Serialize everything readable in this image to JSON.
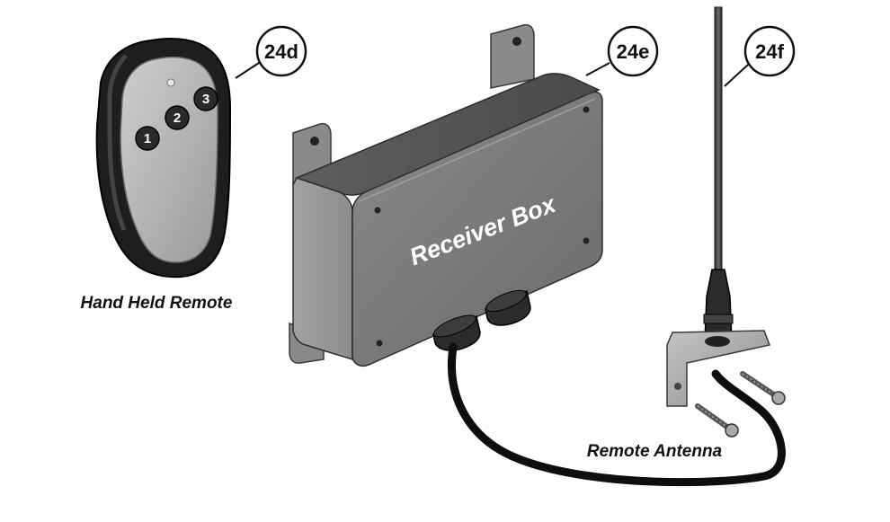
{
  "callouts": {
    "remote": "24d",
    "receiver": "24e",
    "antenna": "24f"
  },
  "labels": {
    "remote": "Hand Held Remote",
    "receiver": "Receiver Box",
    "antenna": "Remote Antenna"
  },
  "remote_buttons": [
    "1",
    "2",
    "3"
  ],
  "colors": {
    "remote_body": "#1c1c1c",
    "remote_face": "#b4b4b4",
    "box_dark": "#5a5a5a",
    "box_light": "#7c7c7c",
    "cable": "#0e0e0e",
    "callout_stroke": "#111111"
  }
}
